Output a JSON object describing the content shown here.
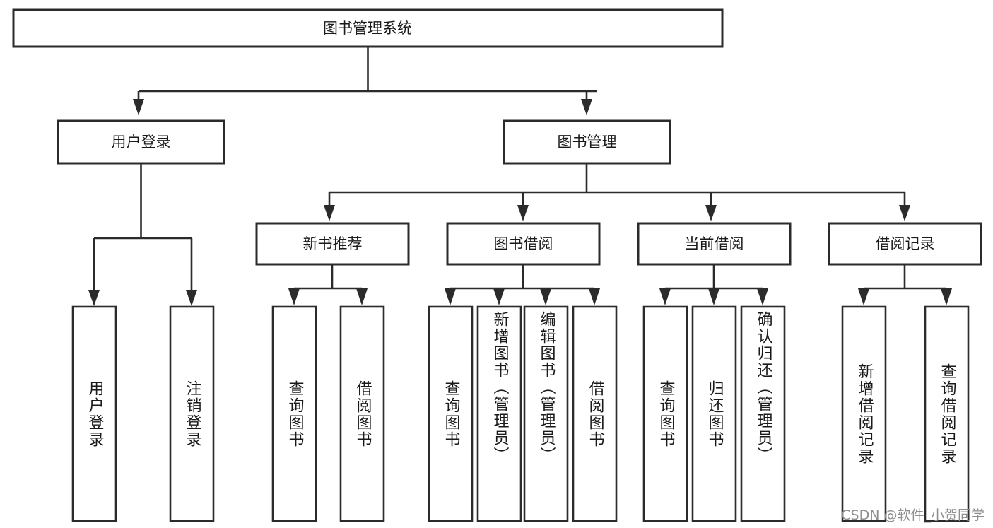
{
  "diagram": {
    "type": "tree-hierarchy",
    "title": "图书管理系统",
    "root": {
      "id": "root",
      "label": "图书管理系统"
    },
    "level2": [
      {
        "id": "user-login",
        "label": "用户登录"
      },
      {
        "id": "book-manage",
        "label": "图书管理"
      }
    ],
    "level3": [
      {
        "id": "new-book-recommend",
        "label": "新书推荐",
        "parent": "book-manage"
      },
      {
        "id": "book-borrow",
        "label": "图书借阅",
        "parent": "book-manage"
      },
      {
        "id": "current-borrow",
        "label": "当前借阅",
        "parent": "book-manage"
      },
      {
        "id": "borrow-record",
        "label": "借阅记录",
        "parent": "book-manage"
      }
    ],
    "leaves": [
      {
        "id": "leaf-user-login",
        "label": "用户登录",
        "parent": "user-login"
      },
      {
        "id": "leaf-logout-login",
        "label": "注销登录",
        "parent": "user-login"
      },
      {
        "id": "leaf-query-book-1",
        "label": "查询图书",
        "parent": "new-book-recommend"
      },
      {
        "id": "leaf-borrow-book-1",
        "label": "借阅图书",
        "parent": "new-book-recommend"
      },
      {
        "id": "leaf-query-book-2",
        "label": "查询图书",
        "parent": "book-borrow"
      },
      {
        "id": "leaf-add-book",
        "label": "新增图书（管理员）",
        "parent": "book-borrow"
      },
      {
        "id": "leaf-edit-book",
        "label": "编辑图书（管理员）",
        "parent": "book-borrow"
      },
      {
        "id": "leaf-borrow-book-2",
        "label": "借阅图书",
        "parent": "book-borrow"
      },
      {
        "id": "leaf-query-book-3",
        "label": "查询图书",
        "parent": "current-borrow"
      },
      {
        "id": "leaf-return-book",
        "label": "归还图书",
        "parent": "current-borrow"
      },
      {
        "id": "leaf-confirm-return",
        "label": "确认归还（管理员）",
        "parent": "current-borrow"
      },
      {
        "id": "leaf-add-record",
        "label": "新增借阅记录",
        "parent": "borrow-record"
      },
      {
        "id": "leaf-query-record",
        "label": "查询借阅记录",
        "parent": "borrow-record"
      }
    ]
  },
  "watermark": {
    "text": "CSDN @软件_小贺同学"
  },
  "colors": {
    "background": "#ffffff",
    "stroke": "#2b2b2b",
    "text": "#1a1a1a",
    "watermark": "#8e8e8e"
  }
}
